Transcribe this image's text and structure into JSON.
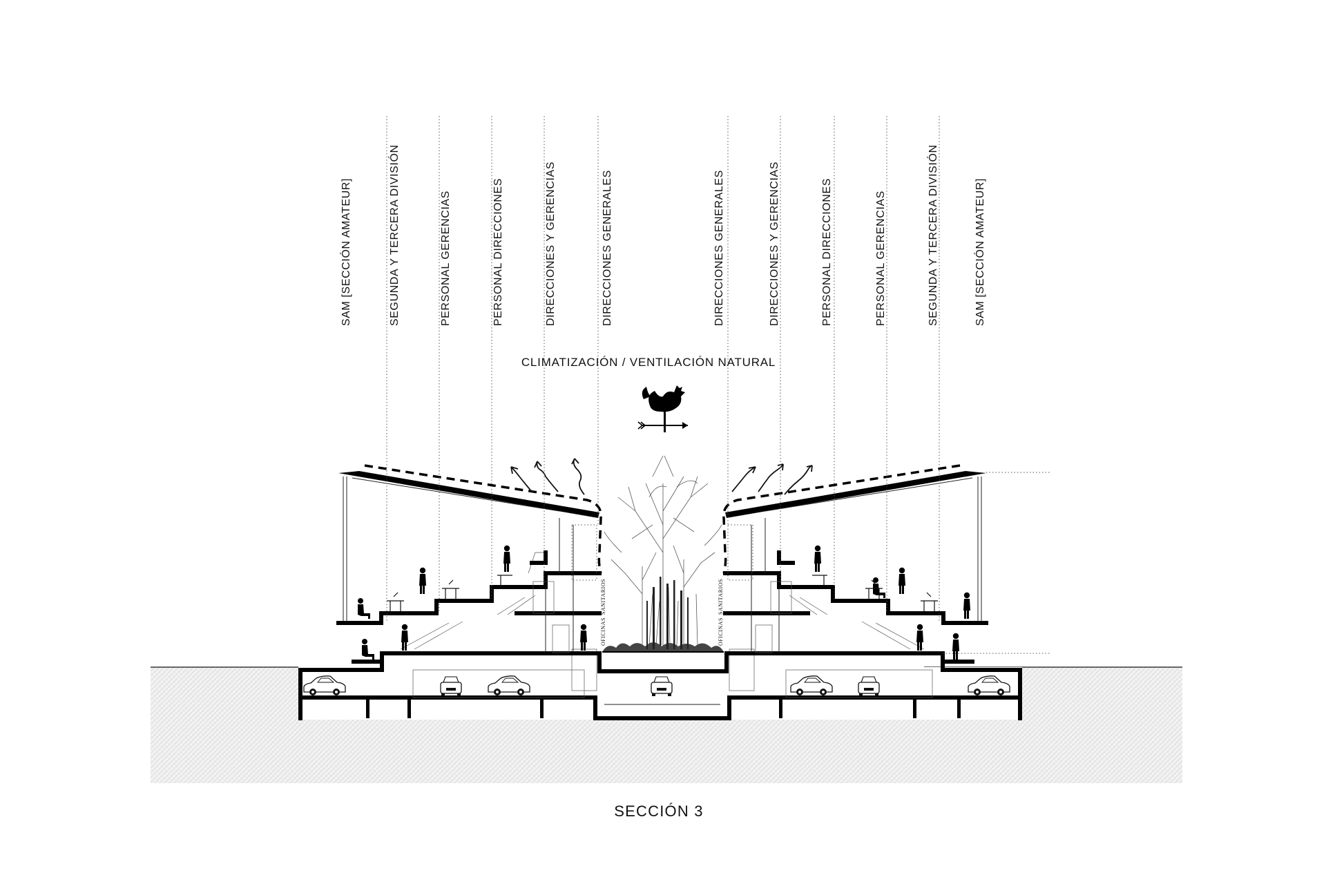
{
  "labels": {
    "left": [
      "SAM [SECCIÓN AMATEUR]",
      "SEGUNDA  Y TERCERA DIVISIÓN",
      "PERSONAL GERENCIAS",
      "PERSONAL DIRECCIONES",
      "DIRECCIONES Y GERENCIAS",
      "DIRECCIONES GENERALES"
    ],
    "right": [
      "DIRECCIONES GENERALES",
      "DIRECCIONES Y GERENCIAS",
      "PERSONAL DIRECCIONES",
      "PERSONAL GERENCIAS",
      "SEGUNDA  Y TERCERA DIVISIÓN",
      "SAM [SECCIÓN AMATEUR]"
    ]
  },
  "annotation": "CLIMATIZACIÓN / VENTILACIÓN NATURAL",
  "caption": "SECCIÓN 3",
  "core_labels": {
    "sanitarios": "SANITARIOS",
    "oficinas": "OFICINAS"
  },
  "icons": {
    "weathervane": "rooster-weathervane-icon"
  }
}
